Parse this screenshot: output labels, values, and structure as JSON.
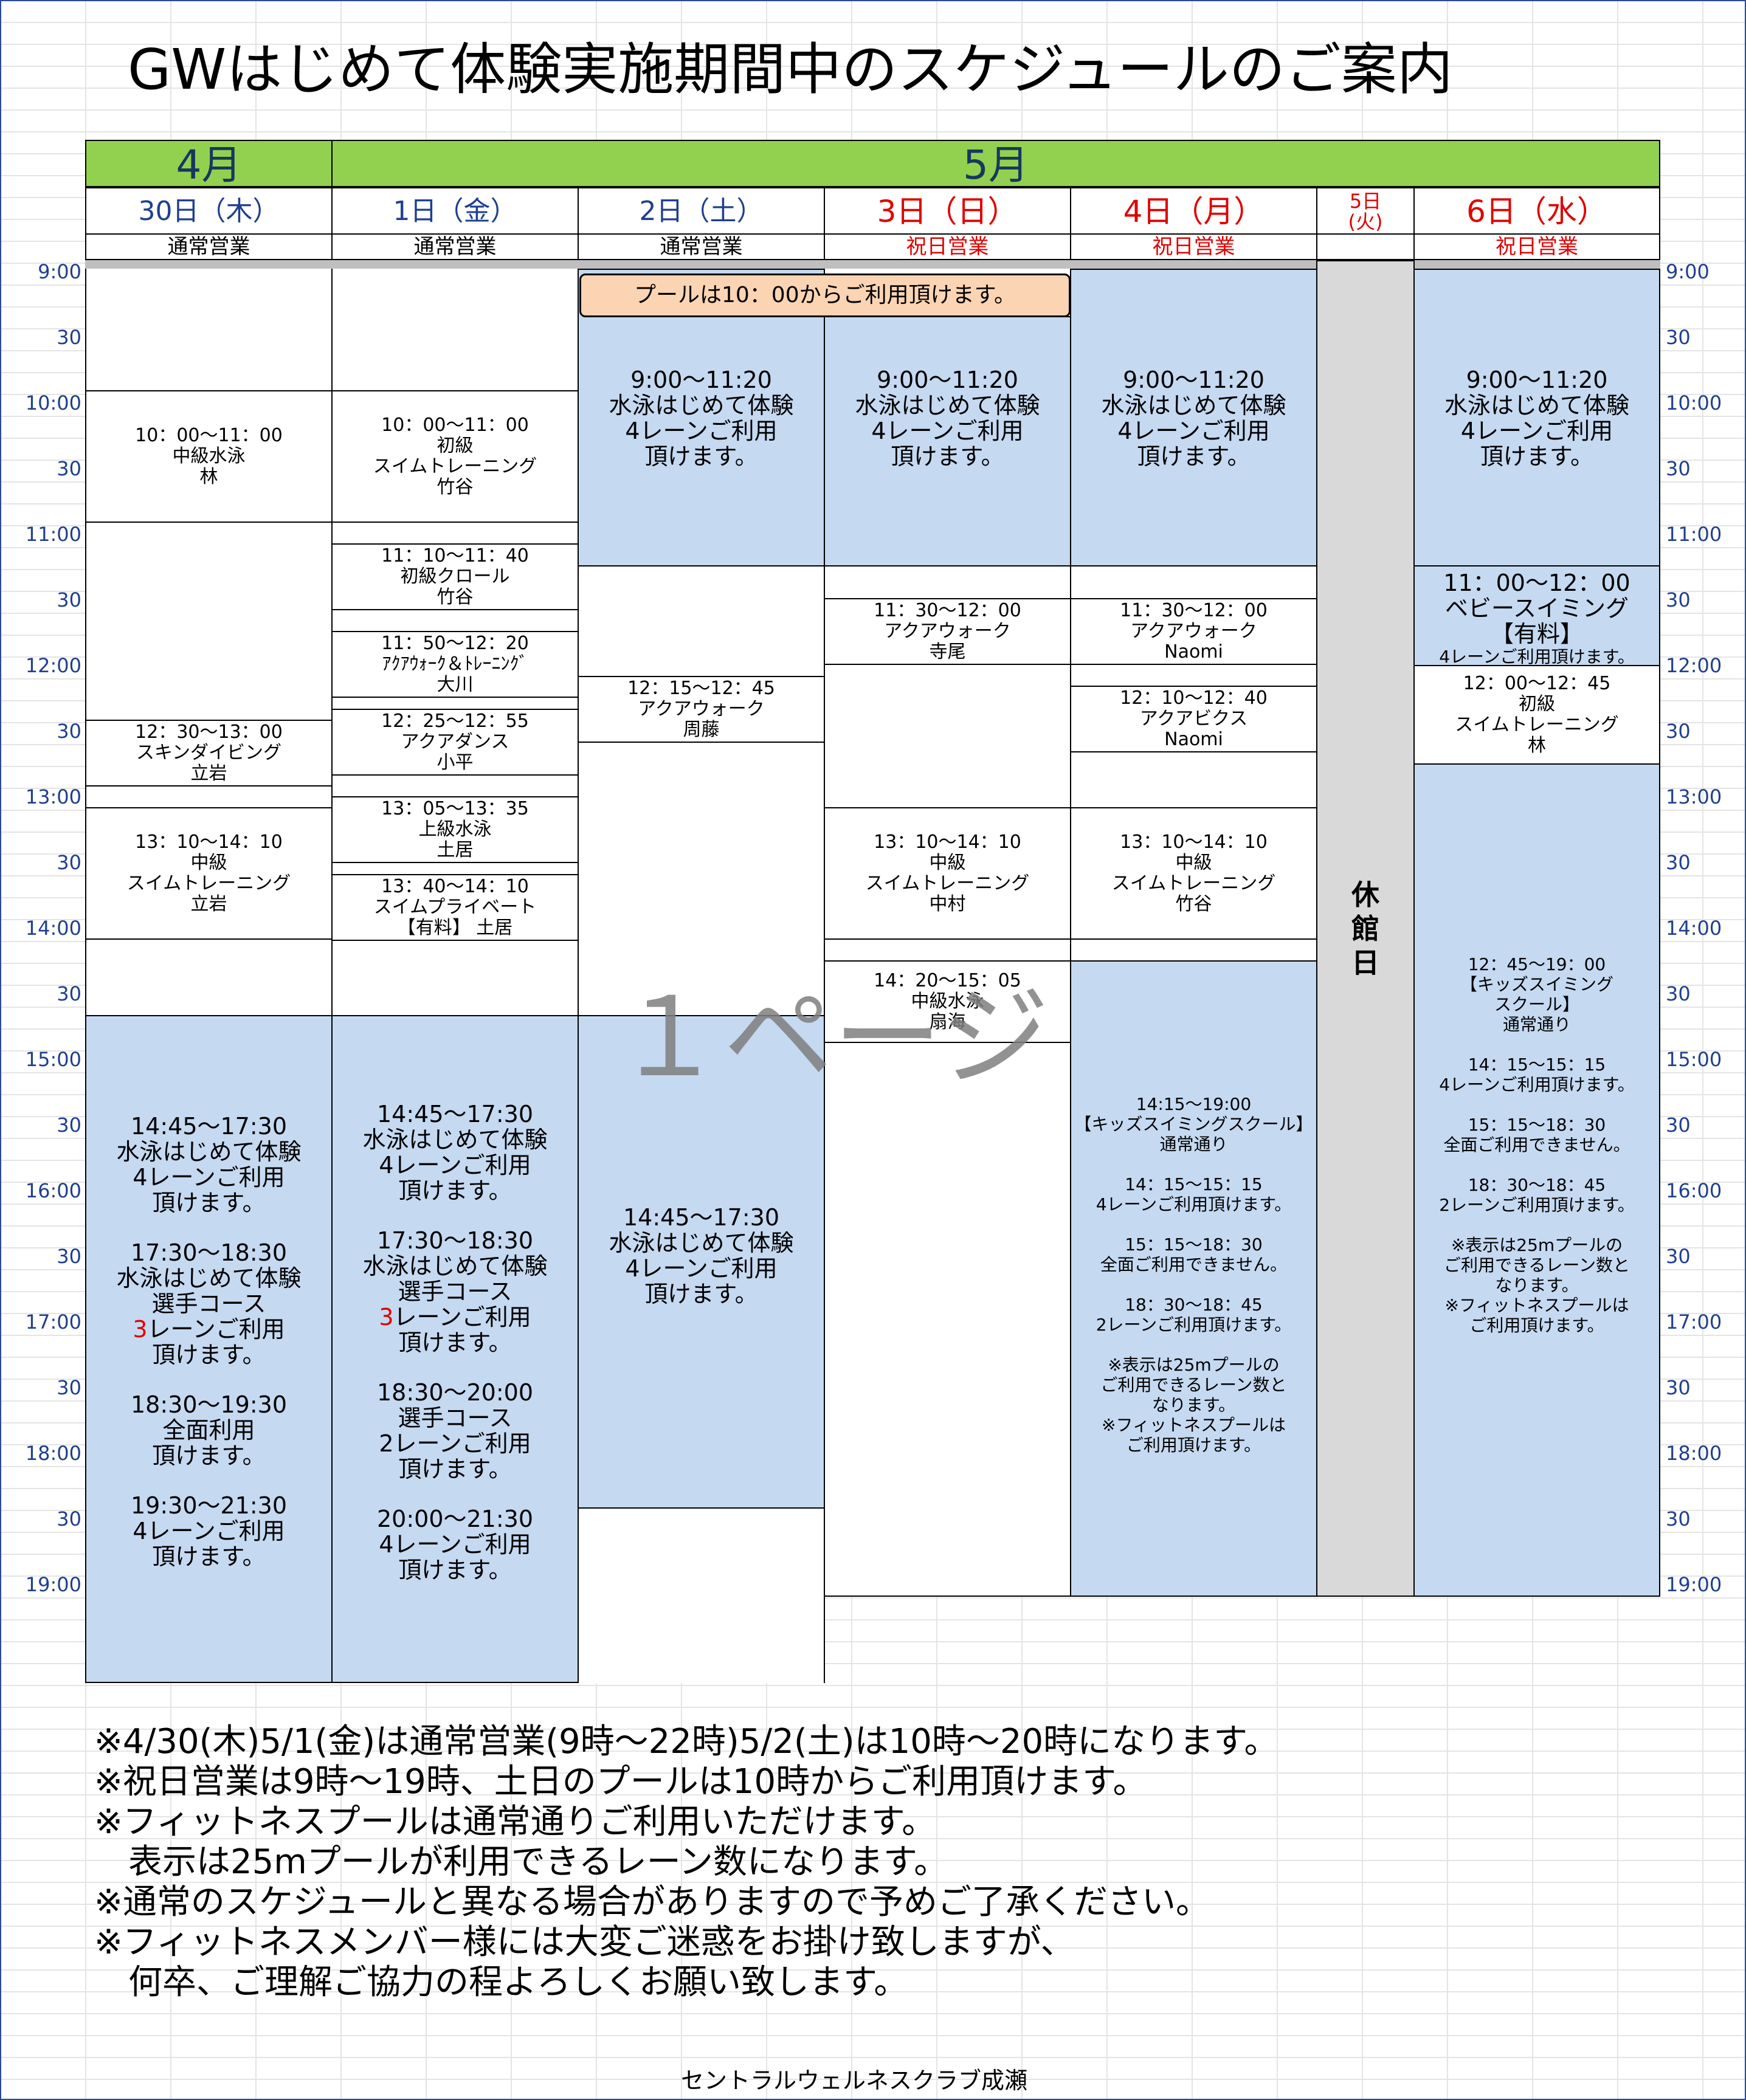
{
  "title": "GWはじめて体験実施期間中のスケジュールのご案内",
  "months": {
    "april": "4月",
    "may": "5月"
  },
  "days": [
    {
      "label": "30日（木）",
      "status": "通常営業"
    },
    {
      "label": "1日（金）",
      "status": "通常営業"
    },
    {
      "label": "2日（土）",
      "status": "通常営業"
    },
    {
      "label": "3日（日）",
      "status": "祝日営業"
    },
    {
      "label": "4日（月）",
      "status": "祝日営業"
    },
    {
      "label": "5日\n(火)",
      "status": ""
    },
    {
      "label": "6日（水）",
      "status": "祝日営業"
    }
  ],
  "times_left": [
    "9:00",
    "30",
    "10:00",
    "30",
    "11:00",
    "30",
    "12:00",
    "30",
    "13:00",
    "30",
    "14:00",
    "30",
    "15:00",
    "30",
    "16:00",
    "30",
    "17:00",
    "30",
    "18:00",
    "30",
    "19:00"
  ],
  "closed": "休\n館\n日",
  "notice": "プールは10：00からご利用頂けます。",
  "d0": {
    "e1": "10：00～11：00\n中級水泳\n林",
    "e2": "12：30～13：00\nスキンダイビング\n立岩",
    "e3": "13：10～14：10\n中級\nスイムトレーニング\n立岩",
    "b1": "14:45～17:30\n水泳はじめて体験\n4レーンご利用\n頂けます。",
    "b2a": "17:30～18:30\n水泳はじめて体験\n選手コース",
    "b2num": "3",
    "b2b": "レーンご利用\n頂けます。",
    "b3": "18:30～19:30\n全面利用\n頂けます。",
    "b4": "19:30～21:30\n4レーンご利用\n頂けます。"
  },
  "d1": {
    "e1": "10：00～11：00\n初級\nスイムトレーニング\n竹谷",
    "e2": "11：10～11：40\n初級クロール\n竹谷",
    "e3": "11：50～12：20\nｱｸｱｳｫｰｸ＆ﾄﾚｰﾆﾝｸﾞ\n大川",
    "e4": "12：25～12：55\nアクアダンス\n小平",
    "e5": "13：05～13：35\n上級水泳\n土居",
    "e6": "13：40～14：10\nスイムプライベート\n【有料】 土居",
    "b1": "14:45～17:30\n水泳はじめて体験\n4レーンご利用\n頂けます。",
    "b2a": "17:30～18:30\n水泳はじめて体験\n選手コース",
    "b2num": "3",
    "b2b": "レーンご利用\n頂けます。",
    "b3": "18:30～20:00\n選手コース\n2レーンご利用\n頂けます。",
    "b4": "20:00～21:30\n4レーンご利用\n頂けます。"
  },
  "d2": {
    "b0": "9:00～11:20\n水泳はじめて体験\n4レーンご利用\n頂けます。",
    "e1": "12：15～12：45\nアクアウォーク\n周藤",
    "b1": "14:45～17:30\n水泳はじめて体験\n4レーンご利用\n頂けます。"
  },
  "d3": {
    "b0": "9:00～11:20\n水泳はじめて体験\n4レーンご利用\n頂けます。",
    "e1": "11：30～12：00\nアクアウォーク\n寺尾",
    "e2": "13：10～14：10\n中級\nスイムトレーニング\n中村",
    "e3": "14：20～15：05\n中級水泳\n扇海"
  },
  "d4": {
    "b0": "9:00～11:20\n水泳はじめて体験\n4レーンご利用\n頂けます。",
    "e1": "11：30～12：00\nアクアウォーク\nNaomi",
    "e2": "12：10～12：40\nアクアビクス\nNaomi",
    "e3": "13：10～14：10\n中級\nスイムトレーニング\n竹谷",
    "b1": "14:15～19:00\n【キッズスイミングスクール】\n通常通り\n\n14：15～15：15\n4レーンご利用頂けます。\n\n15：15～18：30\n全面ご利用できません。\n\n18：30～18：45\n2レーンご利用頂けます。\n\n※表示は25mプールの\nご利用できるレーン数と\nなります。\n※フィットネスプールは\nご利用頂けます。"
  },
  "d6": {
    "b0": "9:00～11:20\n水泳はじめて体験\n4レーンご利用\n頂けます。",
    "b1a": "11：00～12：00\nベビースイミング\n【有料】",
    "b1b": "4レーンご利用頂けます。",
    "e1": "12：00～12：45\n初級\nスイムトレーニング\n林",
    "b2": "12：45～19：00\n【キッズスイミング\nスクール】\n通常通り\n\n14：15～15：15\n4レーンご利用頂けます。\n\n15：15～18：30\n全面ご利用できません。\n\n18：30～18：45\n2レーンご利用頂けます。\n\n※表示は25mプールの\nご利用できるレーン数と\nなります。\n※フィットネスプールは\nご利用頂けます。"
  },
  "watermark": "１ページ",
  "notes": [
    "※4/30(木)5/1(金)は通常営業(9時～22時)5/2(土)は10時～20時になります。",
    "※祝日営業は9時～19時、土日のプールは10時からご利用頂けます。",
    "※フィットネスプールは通常通りご利用いただけます。",
    "　表示は25mプールが利用できるレーン数になります。",
    "※通常のスケジュールと異なる場合がありますので予めご了承ください。",
    "※フィットネスメンバー様には大変ご迷惑をお掛け致しますが、",
    "　何卒、ご理解ご協力の程よろしくお願い致します。"
  ],
  "footer": "セントラルウェルネスクラブ成瀬",
  "colors": {
    "month_bg": "#92d050",
    "block_blue": "#c5d9f1",
    "notice_bg": "#fbd4b4",
    "holiday_red": "#e00000",
    "time_blue": "#1f3f8f"
  }
}
